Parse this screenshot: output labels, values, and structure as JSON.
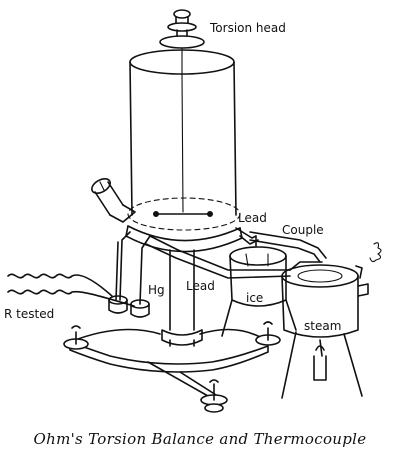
{
  "labels": {
    "torsion_head": "Torsion head",
    "lead_top": "Lead",
    "couple": "Couple",
    "hg": "Hg",
    "lead_bottom": "Lead",
    "ice": "ice",
    "r_tested": "R tested",
    "steam": "steam"
  },
  "caption": "Ohm's Torsion Balance and Thermocouple"
}
